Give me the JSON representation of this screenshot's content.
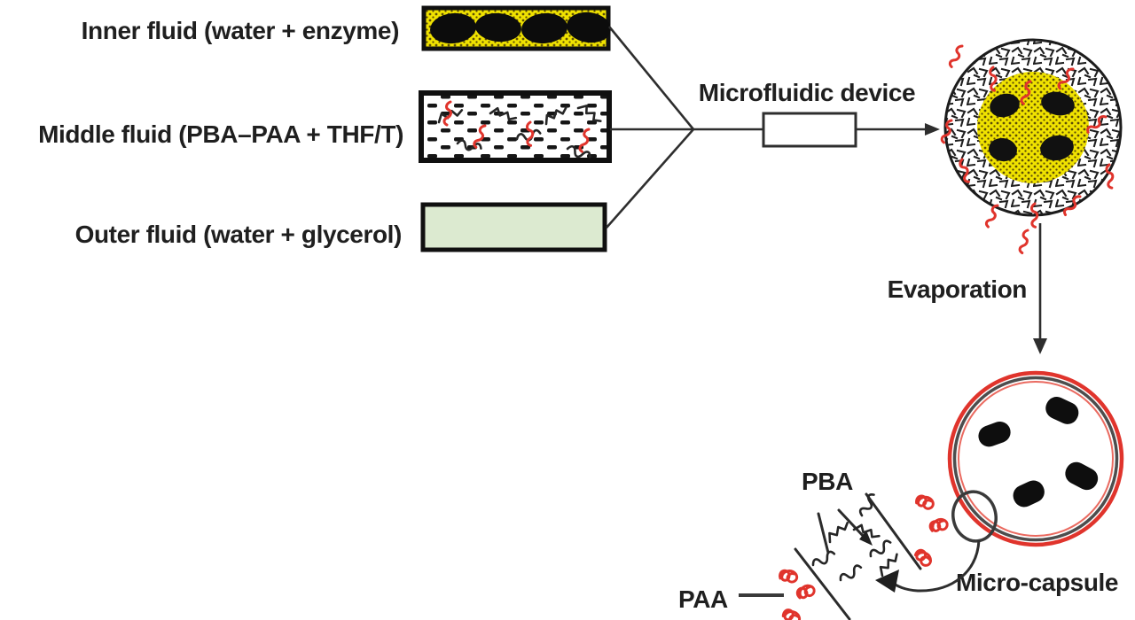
{
  "figure": {
    "inputs": [
      {
        "label": "Inner fluid (water + enzyme)"
      },
      {
        "label": "Middle fluid (PBA–PAA + THF/T)"
      },
      {
        "label": "Outer fluid (water + glycerol)"
      }
    ],
    "process": {
      "device_label": "Microfluidic device",
      "evaporation_label": "Evaporation"
    },
    "product": {
      "microcapsule_label": "Micro-capsule",
      "pba_label": "PBA",
      "paa_label": "PAA"
    },
    "colors": {
      "inner_fluid_yellow": "#f0e200",
      "stipple_dot": "#5d4d05",
      "outer_fluid_green": "#dcead0",
      "polymer_red": "#e0342c",
      "capsule_inner_red": "#ea6a60",
      "capsule_gray": "#4d4d4d",
      "line_dark": "#2b2b2b"
    }
  }
}
